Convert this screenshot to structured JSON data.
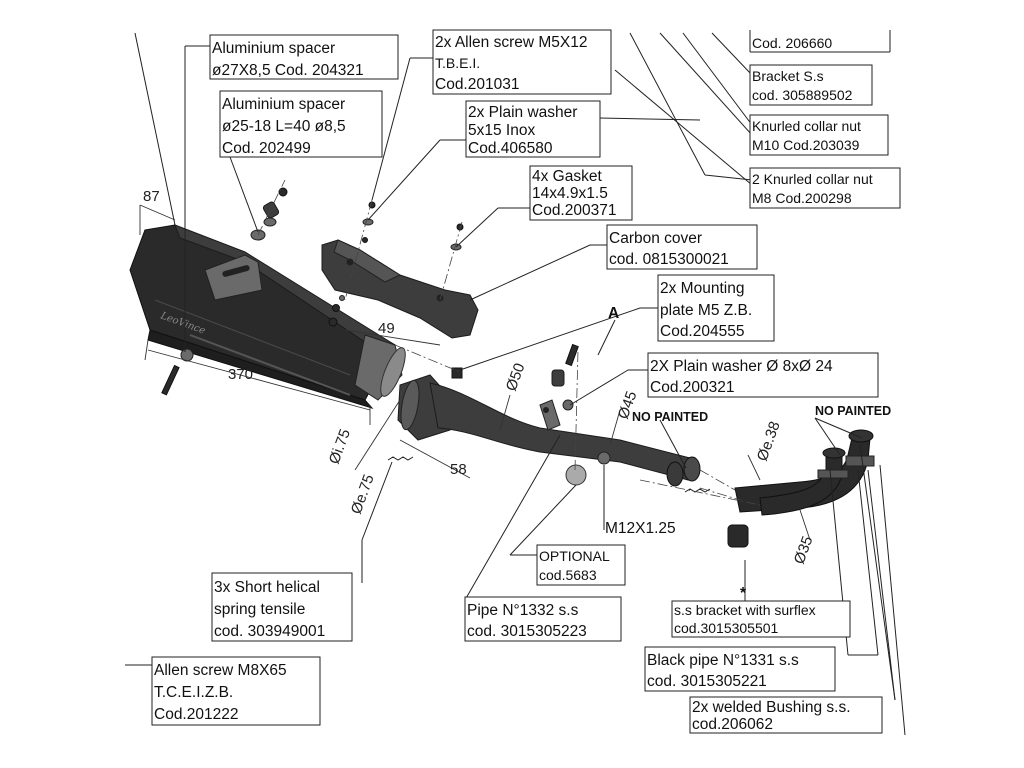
{
  "callouts": {
    "spacer1": [
      "Aluminium spacer",
      "ø27X8,5 Cod. 204321"
    ],
    "spacer2": [
      "Aluminium spacer",
      "ø25-18 L=40  ø8,5",
      "Cod. 202499"
    ],
    "allen_m5": [
      "2x Allen screw M5X12",
      "T.B.E.I.",
      "Cod.201031"
    ],
    "washer5": [
      "2x Plain washer",
      "5x15 Inox",
      "Cod.406580"
    ],
    "gasket": [
      "4x Gasket",
      "14x4.9x1.5",
      "Cod.200371"
    ],
    "carbon": [
      "Carbon cover",
      "cod. 0815300021"
    ],
    "mount_plate": [
      "2x Mounting",
      "plate M5 Z.B.",
      "Cod.204555"
    ],
    "washer8": [
      "2X Plain washer  Ø 8xØ 24",
      "Cod.200321"
    ],
    "cod_top": [
      "Cod. 206660"
    ],
    "bracket": [
      "Bracket S.s",
      "cod. 305889502"
    ],
    "knurled10": [
      "Knurled collar nut",
      "M10 Cod.203039"
    ],
    "knurled8": [
      "2 Knurled collar nut",
      "M8 Cod.200298"
    ],
    "spring": [
      "3x Short helical",
      "spring tensile",
      "cod. 303949001"
    ],
    "optional": [
      "OPTIONAL",
      "cod.5683"
    ],
    "pipe1332": [
      "Pipe N°1332 s.s",
      "cod. 3015305223"
    ],
    "ss_bracket": [
      "s.s bracket with surflex",
      "cod.3015305501"
    ],
    "pipe1331": [
      "Black pipe N°1331 s.s",
      "cod. 3015305221"
    ],
    "bushing": [
      "2x welded Bushing s.s.",
      "cod.206062"
    ],
    "allen_m8": [
      "Allen screw M8X65",
      "T.C.E.I.Z.B.",
      "Cod.201222"
    ]
  },
  "notes": {
    "no_painted_1": "NO PAINTED",
    "no_painted_2": "NO PAINTED",
    "view_a": "A",
    "thread": "M12X1.25",
    "asterisk": "*"
  },
  "dimensions": {
    "d87": "87",
    "d370": "370",
    "d49": "49",
    "d58": "58",
    "dia175": "Øi.75",
    "dia75": "Øe.75",
    "dia50": "Ø50",
    "dia45": "Ø45",
    "dia38": "Øe.38",
    "dia35": "Ø35"
  }
}
